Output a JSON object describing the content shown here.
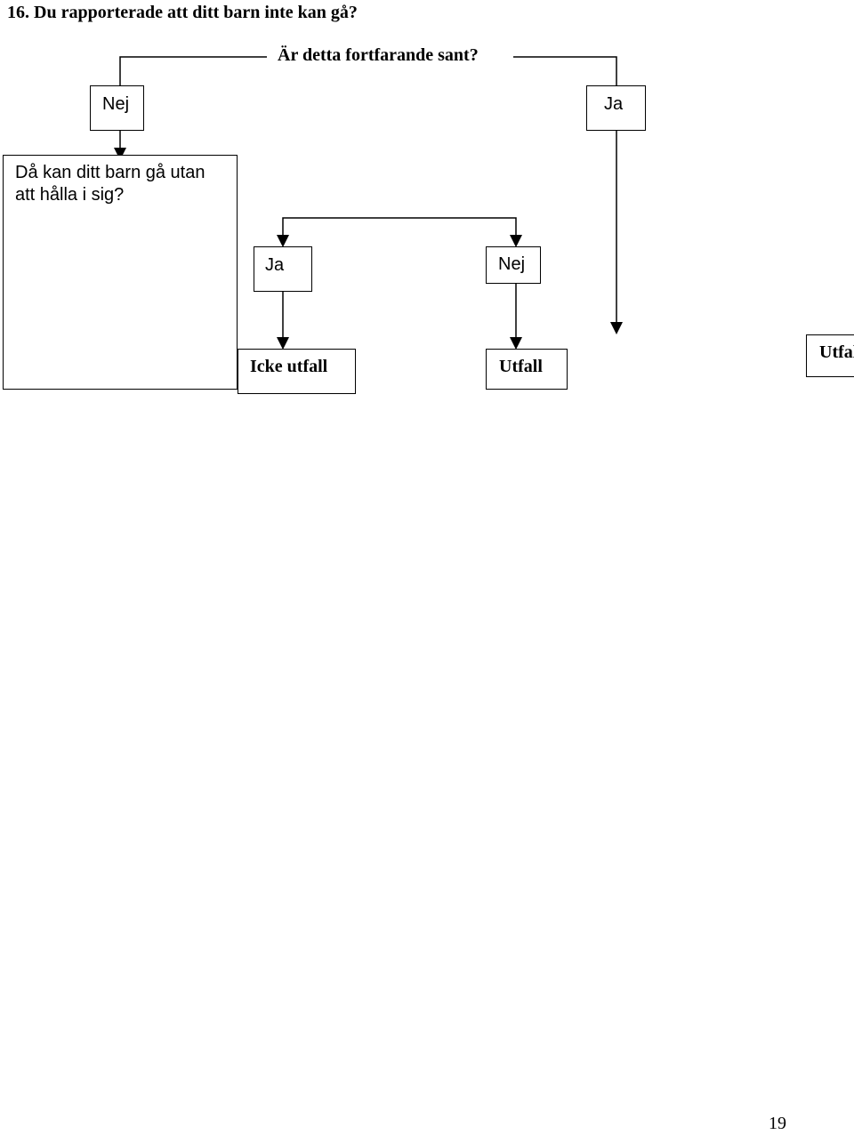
{
  "heading": "16. Du rapporterade att ditt barn inte kan gå?",
  "question": "Är detta fortfarande sant?",
  "nodes": {
    "nej_top": "Nej",
    "ja_top": "Ja",
    "question2": "Då kan ditt barn gå utan att hålla i sig?",
    "ja_mid": "Ja",
    "nej_mid": "Nej",
    "icke_utfall": "Icke utfall",
    "utfall_mid": "Utfall",
    "utfall_right": "Utfall"
  },
  "page_number": "19"
}
